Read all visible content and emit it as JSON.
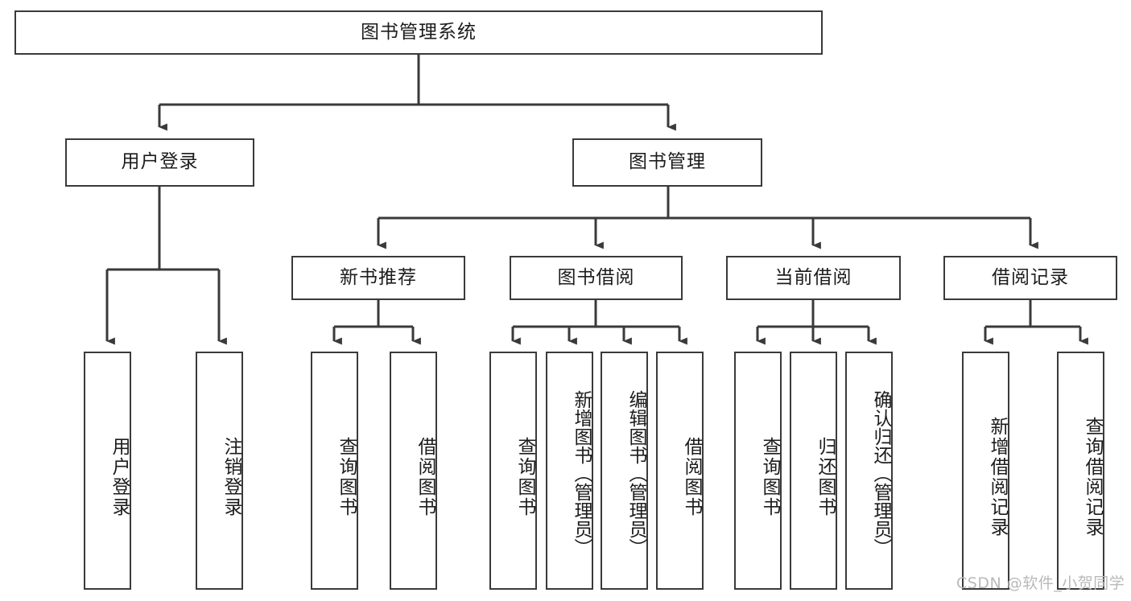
{
  "diagram": {
    "type": "tree-hierarchy-chart",
    "title": "图书管理系统",
    "watermark": "CSDN @软件_小贺同学",
    "colors": {
      "stroke": "#3a3a3a",
      "node_fill": "#ffffff",
      "text": "#1c1c1c",
      "background": "#ffffff",
      "watermark": "#b9b9b9"
    },
    "root": {
      "label": "图书管理系统"
    },
    "level2": [
      {
        "label": "用户登录"
      },
      {
        "label": "图书管理"
      }
    ],
    "level3": [
      {
        "label": "新书推荐"
      },
      {
        "label": "图书借阅"
      },
      {
        "label": "当前借阅"
      },
      {
        "label": "借阅记录"
      }
    ],
    "leaves": {
      "user_login": [
        {
          "label": "用户登录"
        },
        {
          "label": "注销登录"
        }
      ],
      "new_book_recommend": [
        {
          "label": "查询图书"
        },
        {
          "label": "借阅图书"
        }
      ],
      "book_borrow": [
        {
          "label": "查询图书"
        },
        {
          "label": "新增图书（管理员）"
        },
        {
          "label": "编辑图书（管理员）"
        },
        {
          "label": "借阅图书"
        }
      ],
      "current_borrow": [
        {
          "label": "查询图书"
        },
        {
          "label": "归还图书"
        },
        {
          "label": "确认归还（管理员）"
        }
      ],
      "borrow_records": [
        {
          "label": "新增借阅记录"
        },
        {
          "label": "查询借阅记录"
        }
      ]
    }
  }
}
